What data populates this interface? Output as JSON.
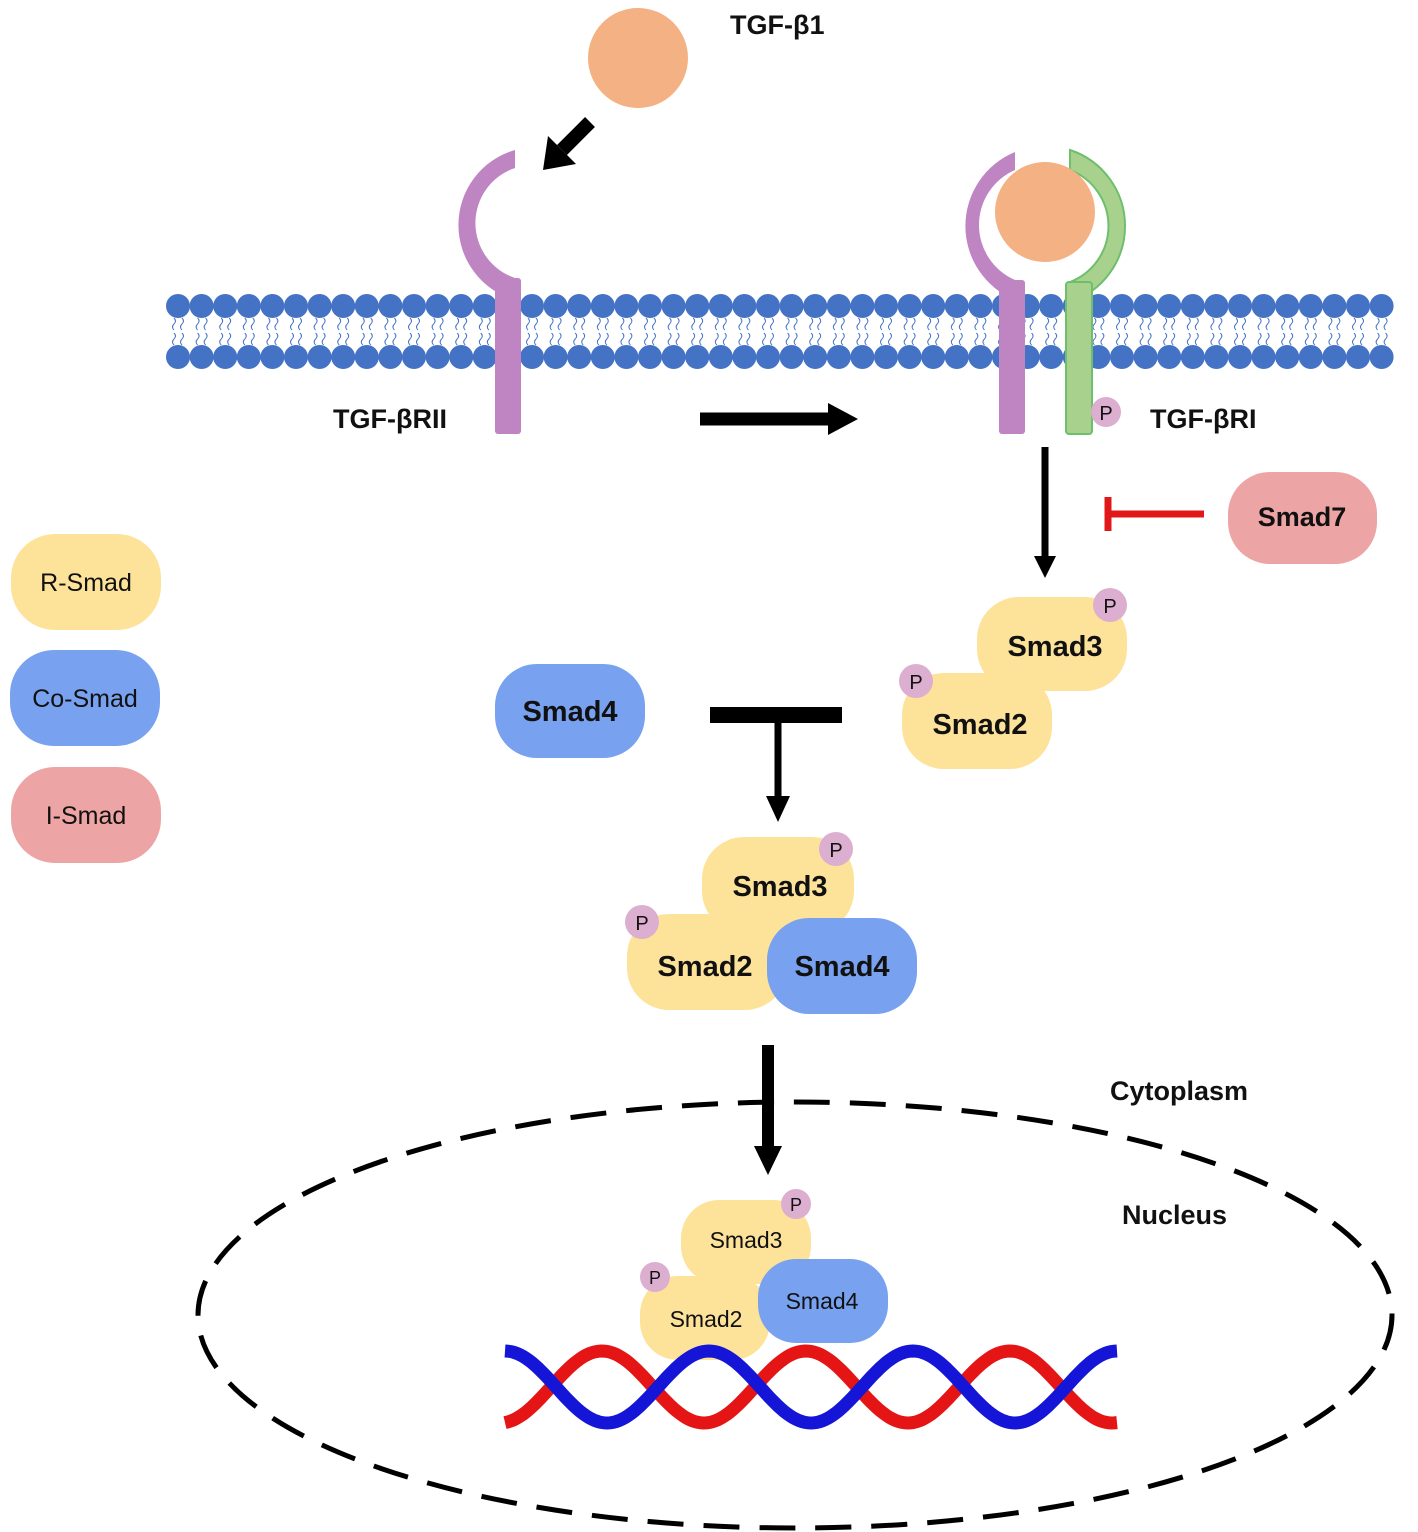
{
  "labels": {
    "ligand": "TGF-β1",
    "receptor2": "TGF-βRII",
    "receptor1": "TGF-βRI",
    "smad7": "Smad7",
    "smad3": "Smad3",
    "smad2": "Smad2",
    "smad4": "Smad4",
    "phospho": "P",
    "cytoplasm": "Cytoplasm",
    "nucleus": "Nucleus"
  },
  "legend": [
    {
      "label": "R-Smad",
      "color": "#fde39a"
    },
    {
      "label": "Co-Smad",
      "color": "#78a1ef"
    },
    {
      "label": "I-Smad",
      "color": "#eda4a4"
    }
  ],
  "colors": {
    "ligand": "#f4b183",
    "receptor2": "#bf85c3",
    "receptor1": "#a9d18e",
    "phospho": "#dcaecf",
    "membrane": "#4472c4",
    "inhibition": "#e01818",
    "dnaBlue": "#1515d8",
    "dnaRed": "#e51515"
  }
}
